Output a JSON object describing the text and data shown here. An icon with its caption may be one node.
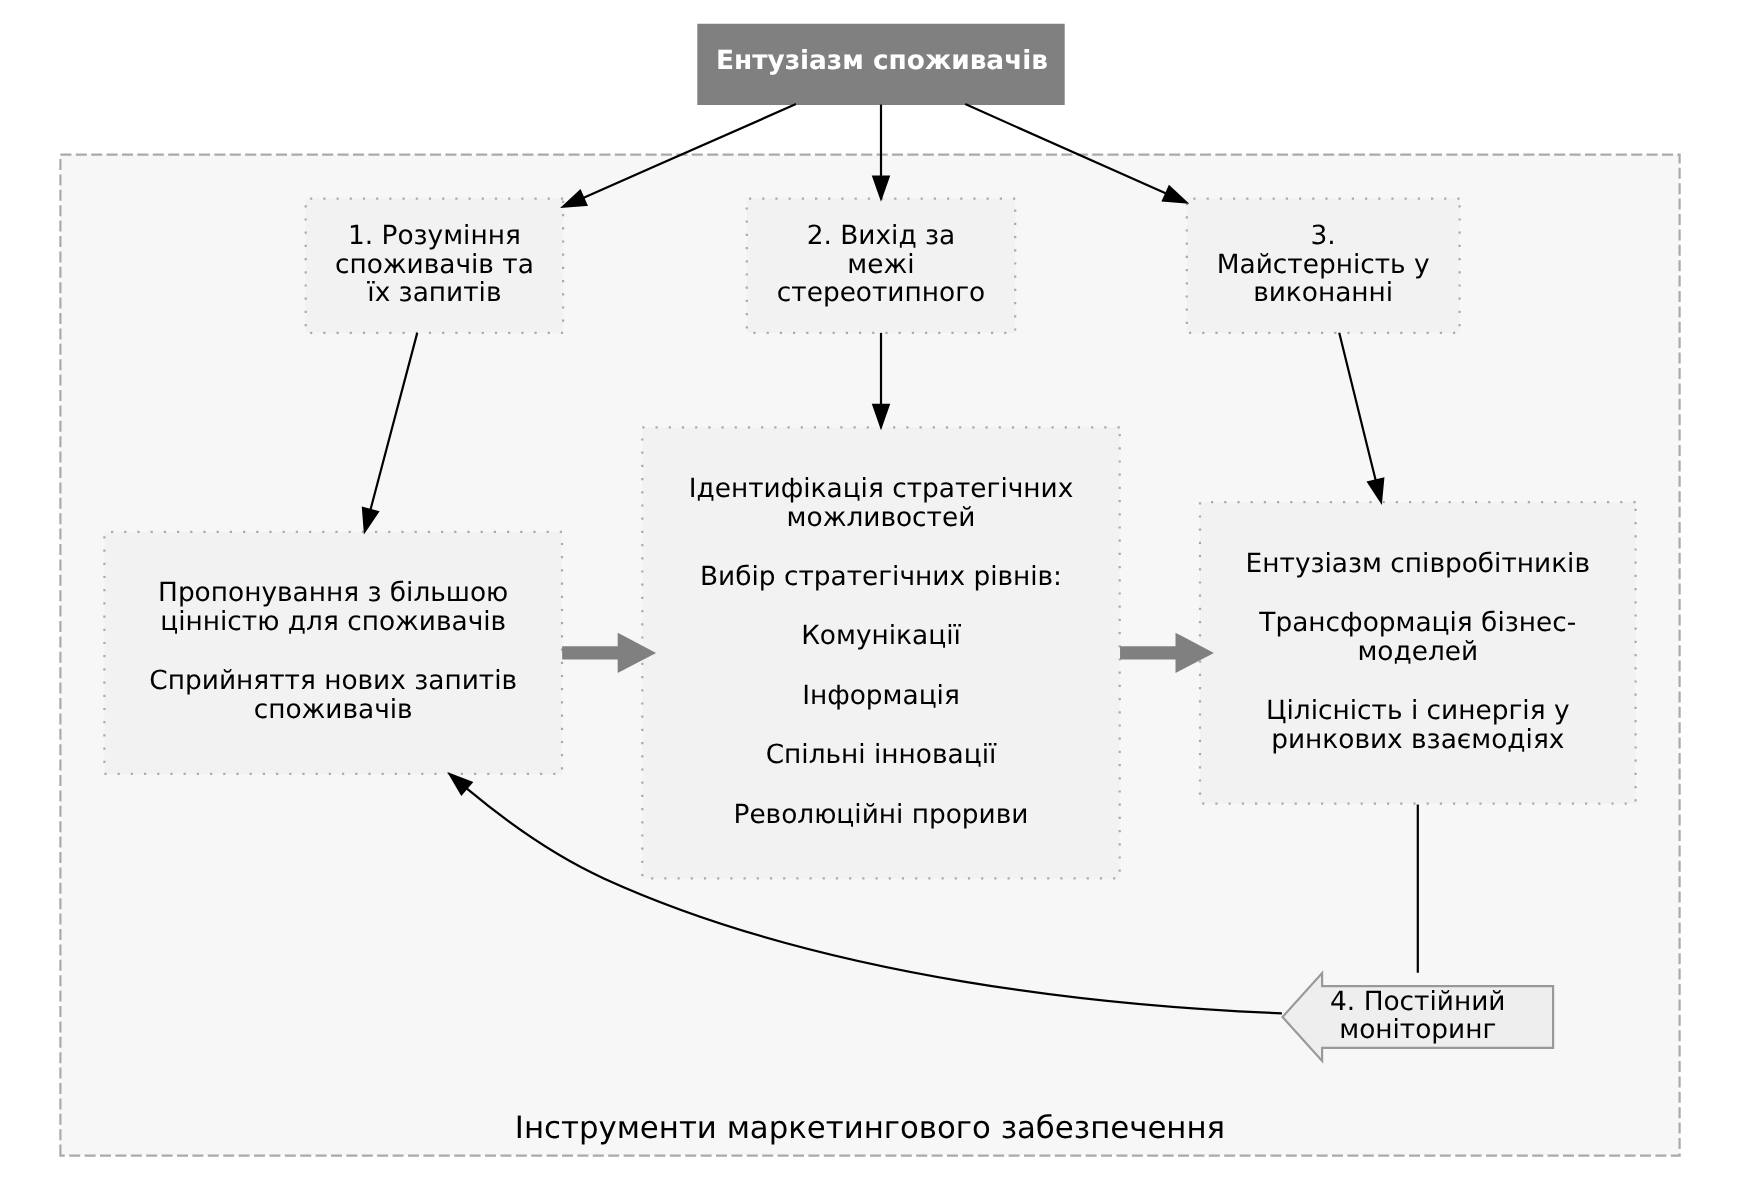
{
  "diagram": {
    "nodes": [
      {
        "text": [
          "Інструменти маркетингового забезпечення"
        ]
      },
      {
        "text": [
          "Ентузіазм споживачів"
        ]
      },
      {
        "text": [
          "1. Розуміння споживачів та їх запитів"
        ],
        "in": 0
      },
      {
        "text": [
          "2. Вихід за межі стереотипного"
        ],
        "in": 0
      },
      {
        "text": [
          "3. Майстерність у виконанні"
        ],
        "in": 0
      },
      {
        "text": [
          "Пропонування з більшою цінністю для споживачів",
          "Сприйняття нових запитів споживачів"
        ],
        "in": 0
      },
      {
        "text": [
          "Ідентифікація стратегічних можливостей",
          "Вибір стратегічних рівнів:",
          "Комунікації",
          "Інформація",
          "Спільні інновації",
          "Революційні прориви"
        ],
        "in": 0
      },
      {
        "text": [
          "Ентузіазм співробітників",
          "Трансформація бізнес-моделей",
          "Цілісність і синергія у ринкових взаємодіях"
        ],
        "in": 0
      },
      {
        "text": [
          "4. Постійний моніторинг"
        ],
        "in": 0
      }
    ],
    "edges": [
      {
        "from": 1,
        "to": 2,
        "arrow": "to"
      },
      {
        "from": 1,
        "to": 3,
        "arrow": "to"
      },
      {
        "from": 1,
        "to": 4,
        "arrow": "to"
      },
      {
        "from": 2,
        "to": 5,
        "arrow": "to"
      },
      {
        "from": 3,
        "to": 6,
        "arrow": "to"
      },
      {
        "from": 4,
        "to": 7,
        "arrow": "to"
      },
      {
        "from": 5,
        "to": 6,
        "arrow": "to",
        "style": "thick",
        "color": "#808080"
      },
      {
        "from": 6,
        "to": 7,
        "arrow": "to",
        "style": "thick",
        "color": "#808080"
      },
      {
        "from": 7,
        "to": 8,
        "arrow": "none"
      },
      {
        "from": 8,
        "to": 5,
        "arrow": "to"
      }
    ]
  }
}
